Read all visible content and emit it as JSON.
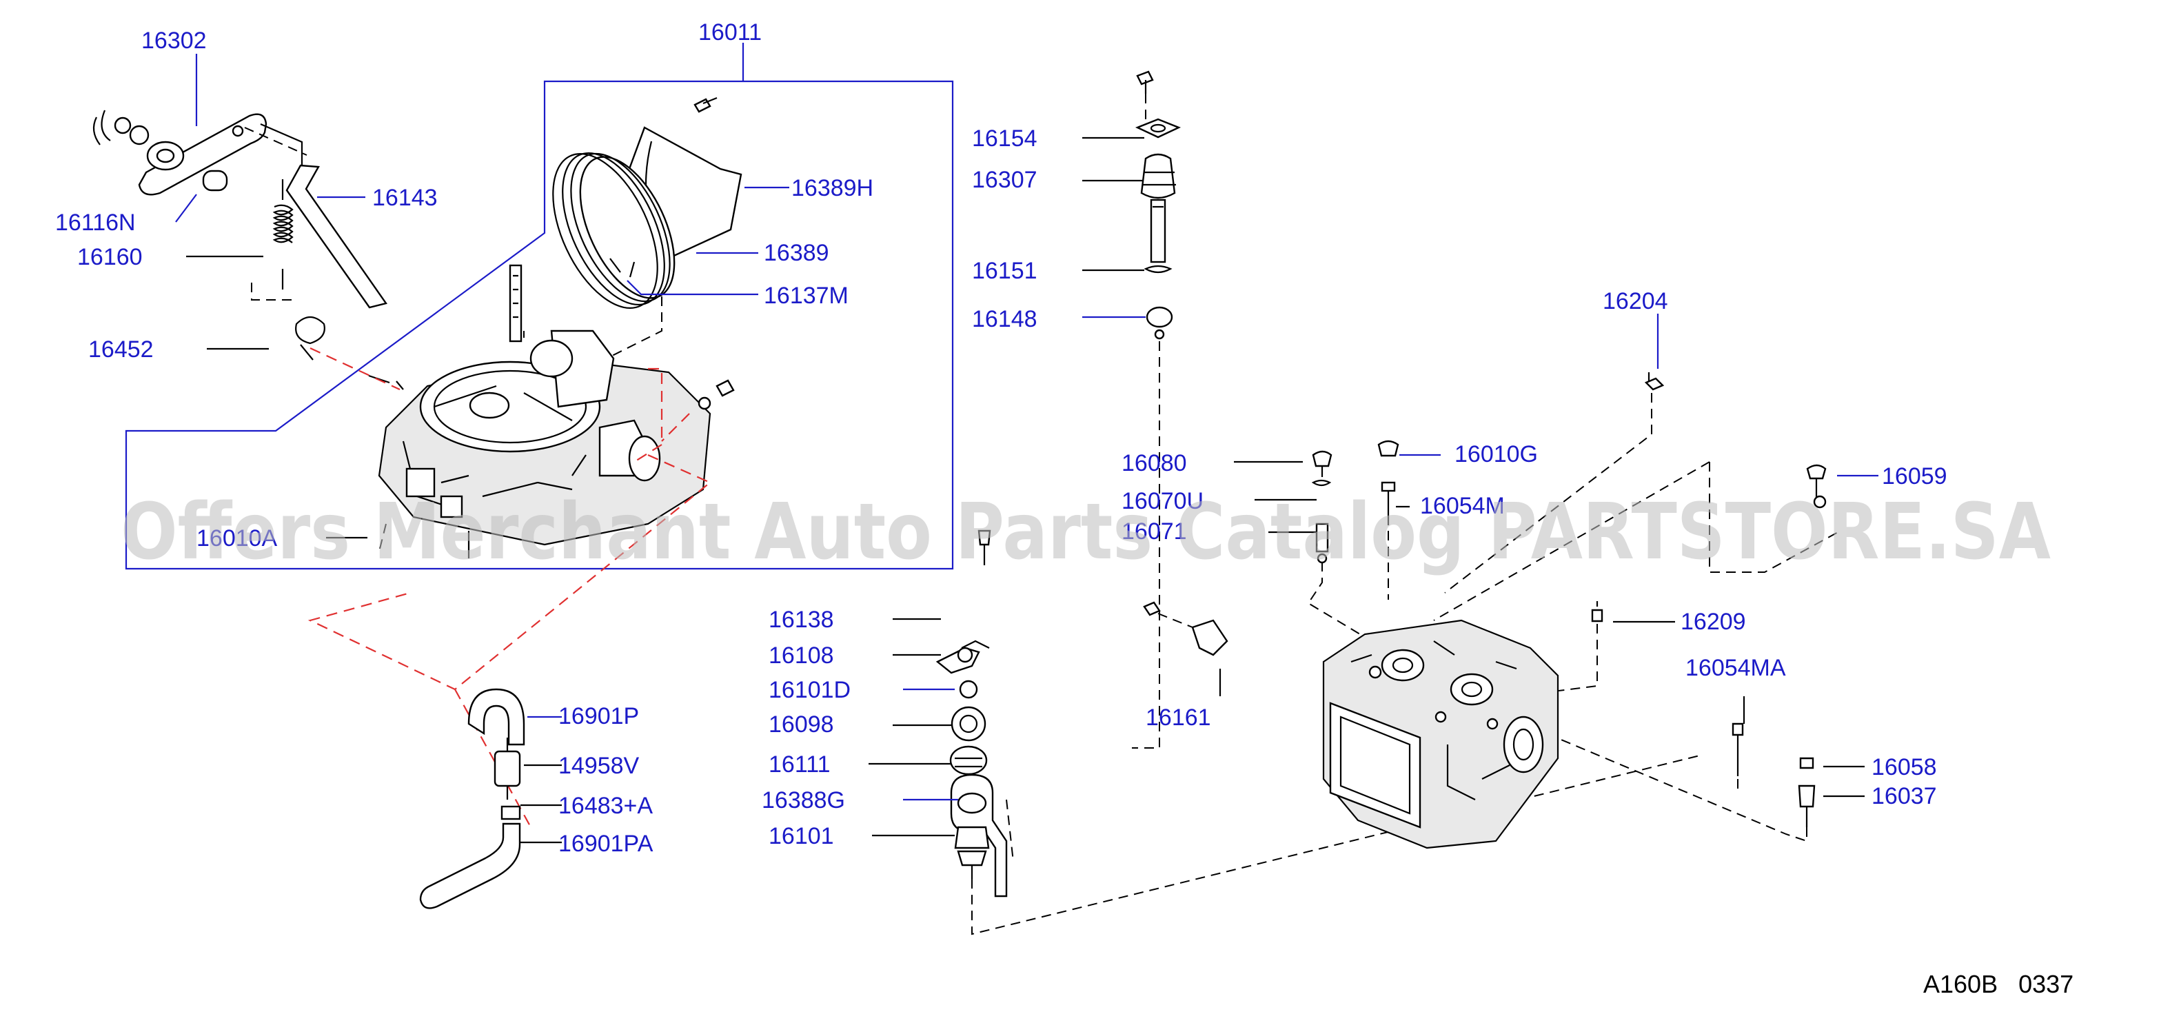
{
  "diagram": {
    "reference_code": "A160B   0337",
    "watermark": "Offers Merchant Auto Parts Catalog PARTSTORE.SA",
    "colors": {
      "label": "#1b1bc8",
      "leader": "#1b1bc8",
      "vacuum_line": "#e03030",
      "watermark": "#bdbdbd"
    },
    "labels": [
      {
        "id": "l16302",
        "text": "16302"
      },
      {
        "id": "l16011",
        "text": "16011"
      },
      {
        "id": "l16143",
        "text": "16143"
      },
      {
        "id": "l16116N",
        "text": "16116N"
      },
      {
        "id": "l16160",
        "text": "16160"
      },
      {
        "id": "l16389H",
        "text": "16389H"
      },
      {
        "id": "l16389",
        "text": "16389"
      },
      {
        "id": "l16137M",
        "text": "16137M"
      },
      {
        "id": "l16452",
        "text": "16452"
      },
      {
        "id": "l16010A",
        "text": "16010A"
      },
      {
        "id": "l16154",
        "text": "16154"
      },
      {
        "id": "l16307",
        "text": "16307"
      },
      {
        "id": "l16151",
        "text": "16151"
      },
      {
        "id": "l16148",
        "text": "16148"
      },
      {
        "id": "l16204",
        "text": "16204"
      },
      {
        "id": "l16080",
        "text": "16080"
      },
      {
        "id": "l16010G",
        "text": "16010G"
      },
      {
        "id": "l16070U",
        "text": "16070U"
      },
      {
        "id": "l16054M",
        "text": "16054M"
      },
      {
        "id": "l16071",
        "text": "16071"
      },
      {
        "id": "l16059",
        "text": "16059"
      },
      {
        "id": "l16138",
        "text": "16138"
      },
      {
        "id": "l16108",
        "text": "16108"
      },
      {
        "id": "l16101D",
        "text": "16101D"
      },
      {
        "id": "l16098",
        "text": "16098"
      },
      {
        "id": "l16111",
        "text": "16111"
      },
      {
        "id": "l16388G",
        "text": "16388G"
      },
      {
        "id": "l16101",
        "text": "16101"
      },
      {
        "id": "l16161",
        "text": "16161"
      },
      {
        "id": "l16209",
        "text": "16209"
      },
      {
        "id": "l16054MA",
        "text": "16054MA"
      },
      {
        "id": "l16058",
        "text": "16058"
      },
      {
        "id": "l16037",
        "text": "16037"
      },
      {
        "id": "l16901P",
        "text": "16901P"
      },
      {
        "id": "l14958V",
        "text": "14958V"
      },
      {
        "id": "l16483A",
        "text": "16483+A"
      },
      {
        "id": "l16901PA",
        "text": "16901PA"
      }
    ]
  }
}
